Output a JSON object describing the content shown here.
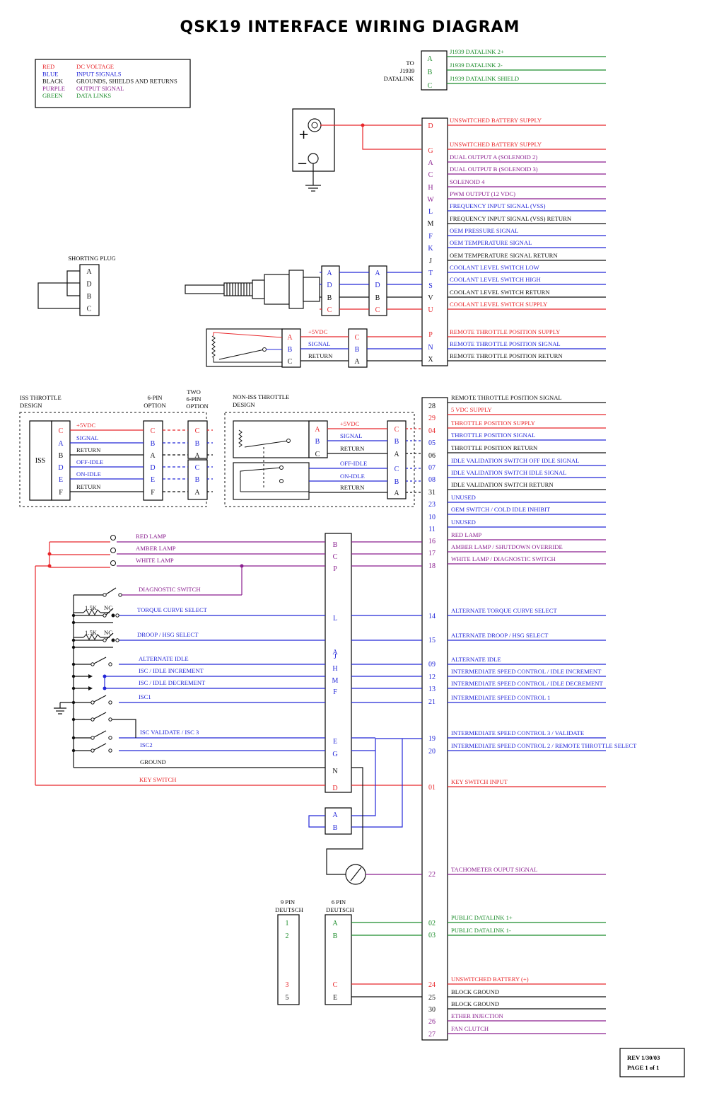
{
  "title": "QSK19 INTERFACE WIRING DIAGRAM",
  "colors": {
    "red": "#e8262a",
    "blue": "#2327d8",
    "black": "#111111",
    "purple": "#8a1f8f",
    "green": "#1b8c2a"
  },
  "legend": [
    {
      "color_name": "RED",
      "meaning": "DC VOLTAGE",
      "color": "red"
    },
    {
      "color_name": "BLUE",
      "meaning": "INPUT SIGNALS",
      "color": "blue"
    },
    {
      "color_name": "BLACK",
      "meaning": "GROUNDS, SHIELDS AND RETURNS",
      "color": "black"
    },
    {
      "color_name": "PURPLE",
      "meaning": "OUTPUT SIGNAL",
      "color": "purple"
    },
    {
      "color_name": "GREEN",
      "meaning": "DATA LINKS",
      "color": "green"
    }
  ],
  "j1939": {
    "label_lines": [
      "TO",
      "J1939",
      "DATALINK"
    ],
    "pins": [
      {
        "pin": "A",
        "label": "J1939 DATALINK 2+",
        "color": "green"
      },
      {
        "pin": "B",
        "label": "J1939 DATALINK 2-",
        "color": "green"
      },
      {
        "pin": "C",
        "label": "J1939 DATALINK SHIELD",
        "color": "green"
      }
    ]
  },
  "connector_top": [
    {
      "pin": "D",
      "label": "UNSWITCHED BATTERY SUPPLY",
      "color": "red"
    },
    {
      "pin": "G",
      "label": "UNSWITCHED BATTERY SUPPLY",
      "color": "red"
    },
    {
      "pin": "A",
      "label": "DUAL OUTPUT A (SOLENOID 2)",
      "color": "purple"
    },
    {
      "pin": "C",
      "label": "DUAL OUTPUT B (SOLENOID 3)",
      "color": "purple"
    },
    {
      "pin": "H",
      "label": "SOLENOID 4",
      "color": "purple"
    },
    {
      "pin": "W",
      "label": "PWM OUTPUT (12 VDC)",
      "color": "purple"
    },
    {
      "pin": "L",
      "label": "FREQUENCY INPUT SIGNAL (VSS)",
      "color": "blue"
    },
    {
      "pin": "M",
      "label": "FREQUENCY INPUT SIGNAL (VSS) RETURN",
      "color": "black"
    },
    {
      "pin": "F",
      "label": "OEM PRESSURE SIGNAL",
      "color": "blue"
    },
    {
      "pin": "K",
      "label": "OEM TEMPERATURE SIGNAL",
      "color": "blue"
    },
    {
      "pin": "J",
      "label": "OEM TEMPERATURE SIGNAL RETURN",
      "color": "black"
    },
    {
      "pin": "T",
      "label": "COOLANT LEVEL SWITCH LOW",
      "color": "blue"
    },
    {
      "pin": "S",
      "label": "COOLANT LEVEL SWITCH HIGH",
      "color": "blue"
    },
    {
      "pin": "V",
      "label": "COOLANT LEVEL SWITCH RETURN",
      "color": "black"
    },
    {
      "pin": "U",
      "label": "COOLANT LEVEL SWITCH SUPPLY",
      "color": "red"
    },
    {
      "pin": "P",
      "label": "REMOTE THROTTLE POSITION SUPPLY",
      "color": "red"
    },
    {
      "pin": "N",
      "label": "REMOTE THROTTLE POSITION SIGNAL",
      "color": "blue"
    },
    {
      "pin": "X",
      "label": "REMOTE THROTTLE POSITION RETURN",
      "color": "black"
    }
  ],
  "connector_bottom": [
    {
      "pin": "28",
      "label": "REMOTE THROTTLE POSITION SIGNAL",
      "color": "black"
    },
    {
      "pin": "29",
      "label": "5 VDC SUPPLY",
      "color": "red"
    },
    {
      "pin": "04",
      "label": "THROTTLE POSITION SUPPLY",
      "color": "red"
    },
    {
      "pin": "05",
      "label": "THROTTLE POSITION SIGNAL",
      "color": "blue"
    },
    {
      "pin": "06",
      "label": "THROTTLE POSITION RETURN",
      "color": "black"
    },
    {
      "pin": "07",
      "label": "IDLE VALIDATION SWITCH OFF IDLE SIGNAL",
      "color": "blue"
    },
    {
      "pin": "08",
      "label": "IDLE VALIDATION SWITCH IDLE SIGNAL",
      "color": "blue"
    },
    {
      "pin": "31",
      "label": "IDLE VALIDATION SWITCH RETURN",
      "color": "black"
    },
    {
      "pin": "23",
      "label": "UNUSED",
      "color": "blue"
    },
    {
      "pin": "10",
      "label": "OEM SWITCH / COLD IDLE INHIBIT",
      "color": "blue"
    },
    {
      "pin": "11",
      "label": "UNUSED",
      "color": "blue"
    },
    {
      "pin": "16",
      "label": "RED LAMP",
      "color": "purple"
    },
    {
      "pin": "17",
      "label": "AMBER LAMP / SHUTDOWN OVERRIDE",
      "color": "purple"
    },
    {
      "pin": "18",
      "label": "WHITE LAMP / DIAGNOSTIC SWITCH",
      "color": "purple"
    },
    {
      "pin": "14",
      "label": "ALTERNATE TORQUE CURVE SELECT",
      "color": "blue"
    },
    {
      "pin": "15",
      "label": "ALTERNATE DROOP / HSG SELECT",
      "color": "blue"
    },
    {
      "pin": "09",
      "label": "ALTERNATE IDLE",
      "color": "blue"
    },
    {
      "pin": "12",
      "label": "INTERMEDIATE SPEED CONTROL / IDLE INCREMENT",
      "color": "blue"
    },
    {
      "pin": "13",
      "label": "INTERMEDIATE SPEED CONTROL / IDLE DECREMENT",
      "color": "blue"
    },
    {
      "pin": "21",
      "label": "INTERMEDIATE SPEED CONTROL 1",
      "color": "blue"
    },
    {
      "pin": "19",
      "label": "INTERMEDIATE SPEED CONTROL 3 / VALIDATE",
      "color": "blue"
    },
    {
      "pin": "20",
      "label": "INTERMEDIATE SPEED CONTROL 2 / REMOTE THROTTLE SELECT",
      "color": "blue"
    },
    {
      "pin": "01",
      "label": "KEY SWITCH INPUT",
      "color": "red"
    },
    {
      "pin": "22",
      "label": "TACHOMETER OUPUT SIGNAL",
      "color": "purple"
    },
    {
      "pin": "02",
      "label": "PUBLIC DATALINK 1+",
      "color": "green"
    },
    {
      "pin": "03",
      "label": "PUBLIC DATALINK 1-",
      "color": "green"
    },
    {
      "pin": "24",
      "label": "UNSWITCHED BATTERY (+)",
      "color": "red"
    },
    {
      "pin": "25",
      "label": "BLOCK GROUND",
      "color": "black"
    },
    {
      "pin": "30",
      "label": "BLOCK GROUND",
      "color": "black"
    },
    {
      "pin": "26",
      "label": "ETHER INJECTION",
      "color": "purple"
    },
    {
      "pin": "27",
      "label": "FAN CLUTCH",
      "color": "purple"
    }
  ],
  "shorting_plug": {
    "title": "SHORTING PLUG",
    "pins": [
      "A",
      "D",
      "B",
      "C"
    ]
  },
  "sensor_connectors": [
    {
      "pin": "A",
      "color": "blue"
    },
    {
      "pin": "D",
      "color": "blue"
    },
    {
      "pin": "B",
      "color": "black"
    },
    {
      "pin": "C",
      "color": "red"
    }
  ],
  "remote_throttle": {
    "wires": [
      {
        "left": "A",
        "label": "+5VDC",
        "right": "C",
        "color": "red"
      },
      {
        "left": "B",
        "label": "SIGNAL",
        "right": "B",
        "color": "blue"
      },
      {
        "left": "C",
        "label": "RETURN",
        "right": "A",
        "color": "black"
      }
    ]
  },
  "iss": {
    "title_lines": [
      "ISS THROTTLE",
      "DESIGN"
    ],
    "block_label": "ISS",
    "six_pin_title": [
      "6-PIN",
      "OPTION"
    ],
    "two_six_title": [
      "TWO",
      "6-PIN",
      "OPTION"
    ],
    "wires": [
      {
        "pin": "C",
        "label": "+5VDC",
        "six": "C",
        "two": "C",
        "color": "red"
      },
      {
        "pin": "A",
        "label": "SIGNAL",
        "six": "B",
        "two": "B",
        "color": "blue"
      },
      {
        "pin": "B",
        "label": "RETURN",
        "six": "A",
        "two": "A",
        "color": "black"
      },
      {
        "pin": "D",
        "label": "OFF-IDLE",
        "six": "D",
        "two": "C",
        "color": "blue"
      },
      {
        "pin": "E",
        "label": "ON-IDLE",
        "six": "E",
        "two": "B",
        "color": "blue"
      },
      {
        "pin": "F",
        "label": "RETURN",
        "six": "F",
        "two": "A",
        "color": "black"
      }
    ]
  },
  "non_iss": {
    "title_lines": [
      "NON-ISS THROTTLE",
      "DESIGN"
    ],
    "wires": [
      {
        "left": "A",
        "label": "+5VDC",
        "right": "C",
        "color": "red"
      },
      {
        "left": "B",
        "label": "SIGNAL",
        "right": "B",
        "color": "blue"
      },
      {
        "left": "C",
        "label": "RETURN",
        "right": "A",
        "color": "black"
      },
      {
        "left": "",
        "label": "OFF-IDLE",
        "right": "C",
        "color": "blue"
      },
      {
        "left": "",
        "label": "ON-IDLE",
        "right": "B",
        "color": "blue"
      },
      {
        "left": "",
        "label": "RETURN",
        "right": "A",
        "color": "black"
      }
    ]
  },
  "switch_panel": [
    {
      "label": "RED LAMP",
      "pin": "B",
      "color": "purple"
    },
    {
      "label": "AMBER LAMP",
      "pin": "C",
      "color": "purple"
    },
    {
      "label": "WHITE LAMP",
      "pin": "P",
      "color": "purple"
    },
    {
      "label": "DIAGNOSTIC SWITCH",
      "pin": "",
      "color": "purple"
    },
    {
      "label": "TORQUE CURVE SELECT",
      "pin": "L",
      "color": "blue"
    },
    {
      "label": "DROOP / HSG SELECT",
      "pin": "",
      "color": "blue"
    },
    {
      "label": "ALTERNATE IDLE",
      "pin": "J",
      "color": "blue"
    },
    {
      "label": "ISC / IDLE INCREMENT",
      "pin": "H",
      "color": "blue"
    },
    {
      "label": "ISC / IDLE DECREMENT",
      "pin": "M",
      "color": "blue"
    },
    {
      "label": "ISC1",
      "pin": "F",
      "color": "blue"
    },
    {
      "label": "ISC VALIDATE / ISC 3",
      "pin": "E",
      "color": "blue"
    },
    {
      "label": "ISC2",
      "pin": "G",
      "color": "blue"
    },
    {
      "label": "GROUND",
      "pin": "N",
      "color": "black"
    },
    {
      "label": "KEY SWITCH",
      "pin": "D",
      "color": "red"
    }
  ],
  "harness_extra_pin": "A",
  "resistor": {
    "value": "1.5K",
    "nc": "NC"
  },
  "ab_connector": [
    "A",
    "B"
  ],
  "deutsch9": {
    "title_lines": [
      "9 PIN",
      "DEUTSCH"
    ],
    "pins": [
      {
        "p": "1",
        "c": "green"
      },
      {
        "p": "2",
        "c": "green"
      },
      {
        "p": "3",
        "c": "red"
      },
      {
        "p": "5",
        "c": "black"
      }
    ]
  },
  "deutsch6": {
    "title_lines": [
      "6 PIN",
      "DEUTSCH"
    ],
    "pins": [
      {
        "p": "A",
        "c": "green"
      },
      {
        "p": "B",
        "c": "green"
      },
      {
        "p": "C",
        "c": "red"
      },
      {
        "p": "E",
        "c": "black"
      }
    ]
  },
  "rev": {
    "line1": "REV 1/30/03",
    "line2": "PAGE 1 of 1"
  }
}
